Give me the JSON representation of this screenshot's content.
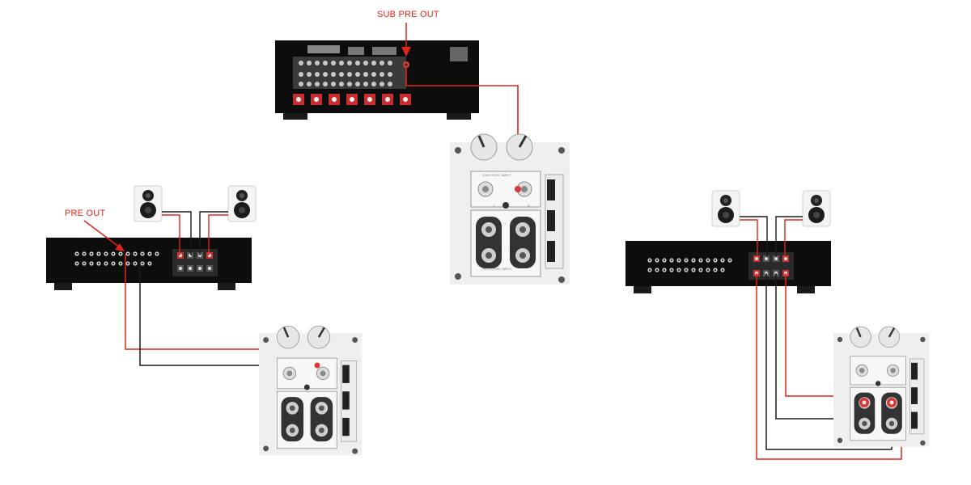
{
  "labels": {
    "sub_pre_out": "SUB PRE OUT",
    "pre_out": "PRE OUT"
  },
  "panel_text": {
    "low_level_input": "LOW LEVEL INPUT",
    "high_level_input": "HIGH LEVEL INPUT",
    "left": "L",
    "right": "R",
    "plus": "+",
    "minus": "-"
  },
  "colors": {
    "wire_signal": "#e2231a",
    "wire_ground": "#1a1a1a",
    "device_body": "#0d0d0d",
    "panel_bg": "#efefef"
  }
}
